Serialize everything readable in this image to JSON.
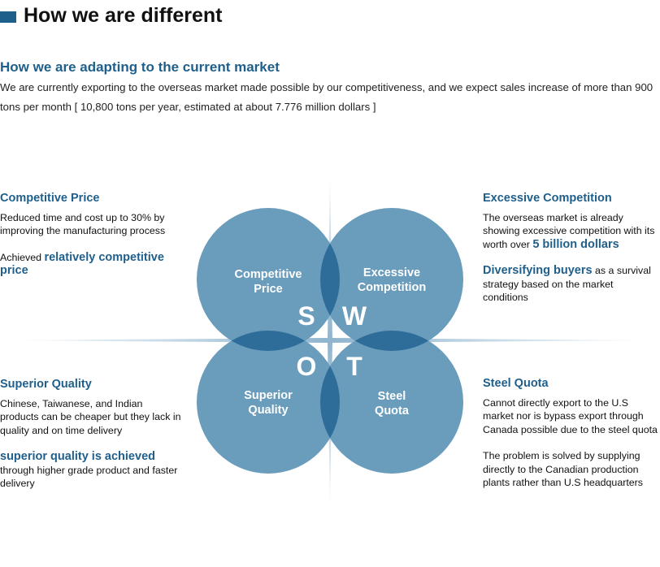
{
  "page": {
    "title": "How we are different"
  },
  "intro": {
    "heading": "How we are adapting to the current market",
    "body": "We are currently exporting to the overseas market made possible by our competitiveness, and we expect sales increase of more than 900 tons per month [ 10,800 tons per year, estimated at about 7.776 million dollars ]"
  },
  "swot": {
    "circles": [
      {
        "label_line1": "Competitive",
        "label_line2": "Price"
      },
      {
        "label_line1": "Excessive",
        "label_line2": "Competition"
      },
      {
        "label_line1": "Superior",
        "label_line2": "Quality"
      },
      {
        "label_line1": "Steel",
        "label_line2": "Quota"
      }
    ],
    "letters": [
      "S",
      "W",
      "O",
      "T"
    ],
    "colors": {
      "circle": "#6a9cbc",
      "overlap": "#2e6c99",
      "accent": "#1f5f8b"
    }
  },
  "strength": {
    "heading": "Competitive Price",
    "text1": "Reduced time and cost up to 30% by improving the manufacturing process",
    "text2_prefix": "Achieved",
    "text2_highlight": "relatively competitive price"
  },
  "weakness": {
    "heading": "Excessive Competition",
    "text1_prefix": "The overseas market is already showing excessive competition with its worth over",
    "text1_highlight": "5 billion dollars",
    "text2_highlight": "Diversifying buyers",
    "text2_suffix": "as a survival strategy based on the market conditions"
  },
  "opportunity": {
    "heading": "Superior Quality",
    "text1": "Chinese, Taiwanese, and Indian products can be cheaper but they lack in quality and on time delivery",
    "subheading": "superior quality is achieved",
    "text2": "through higher grade product and faster delivery"
  },
  "threat": {
    "heading": "Steel Quota",
    "text1": "Cannot directly export to the U.S market nor is bypass export through Canada possible due to the steel quota",
    "text2": "The problem is solved by supplying directly to the Canadian production plants rather than U.S headquarters"
  }
}
